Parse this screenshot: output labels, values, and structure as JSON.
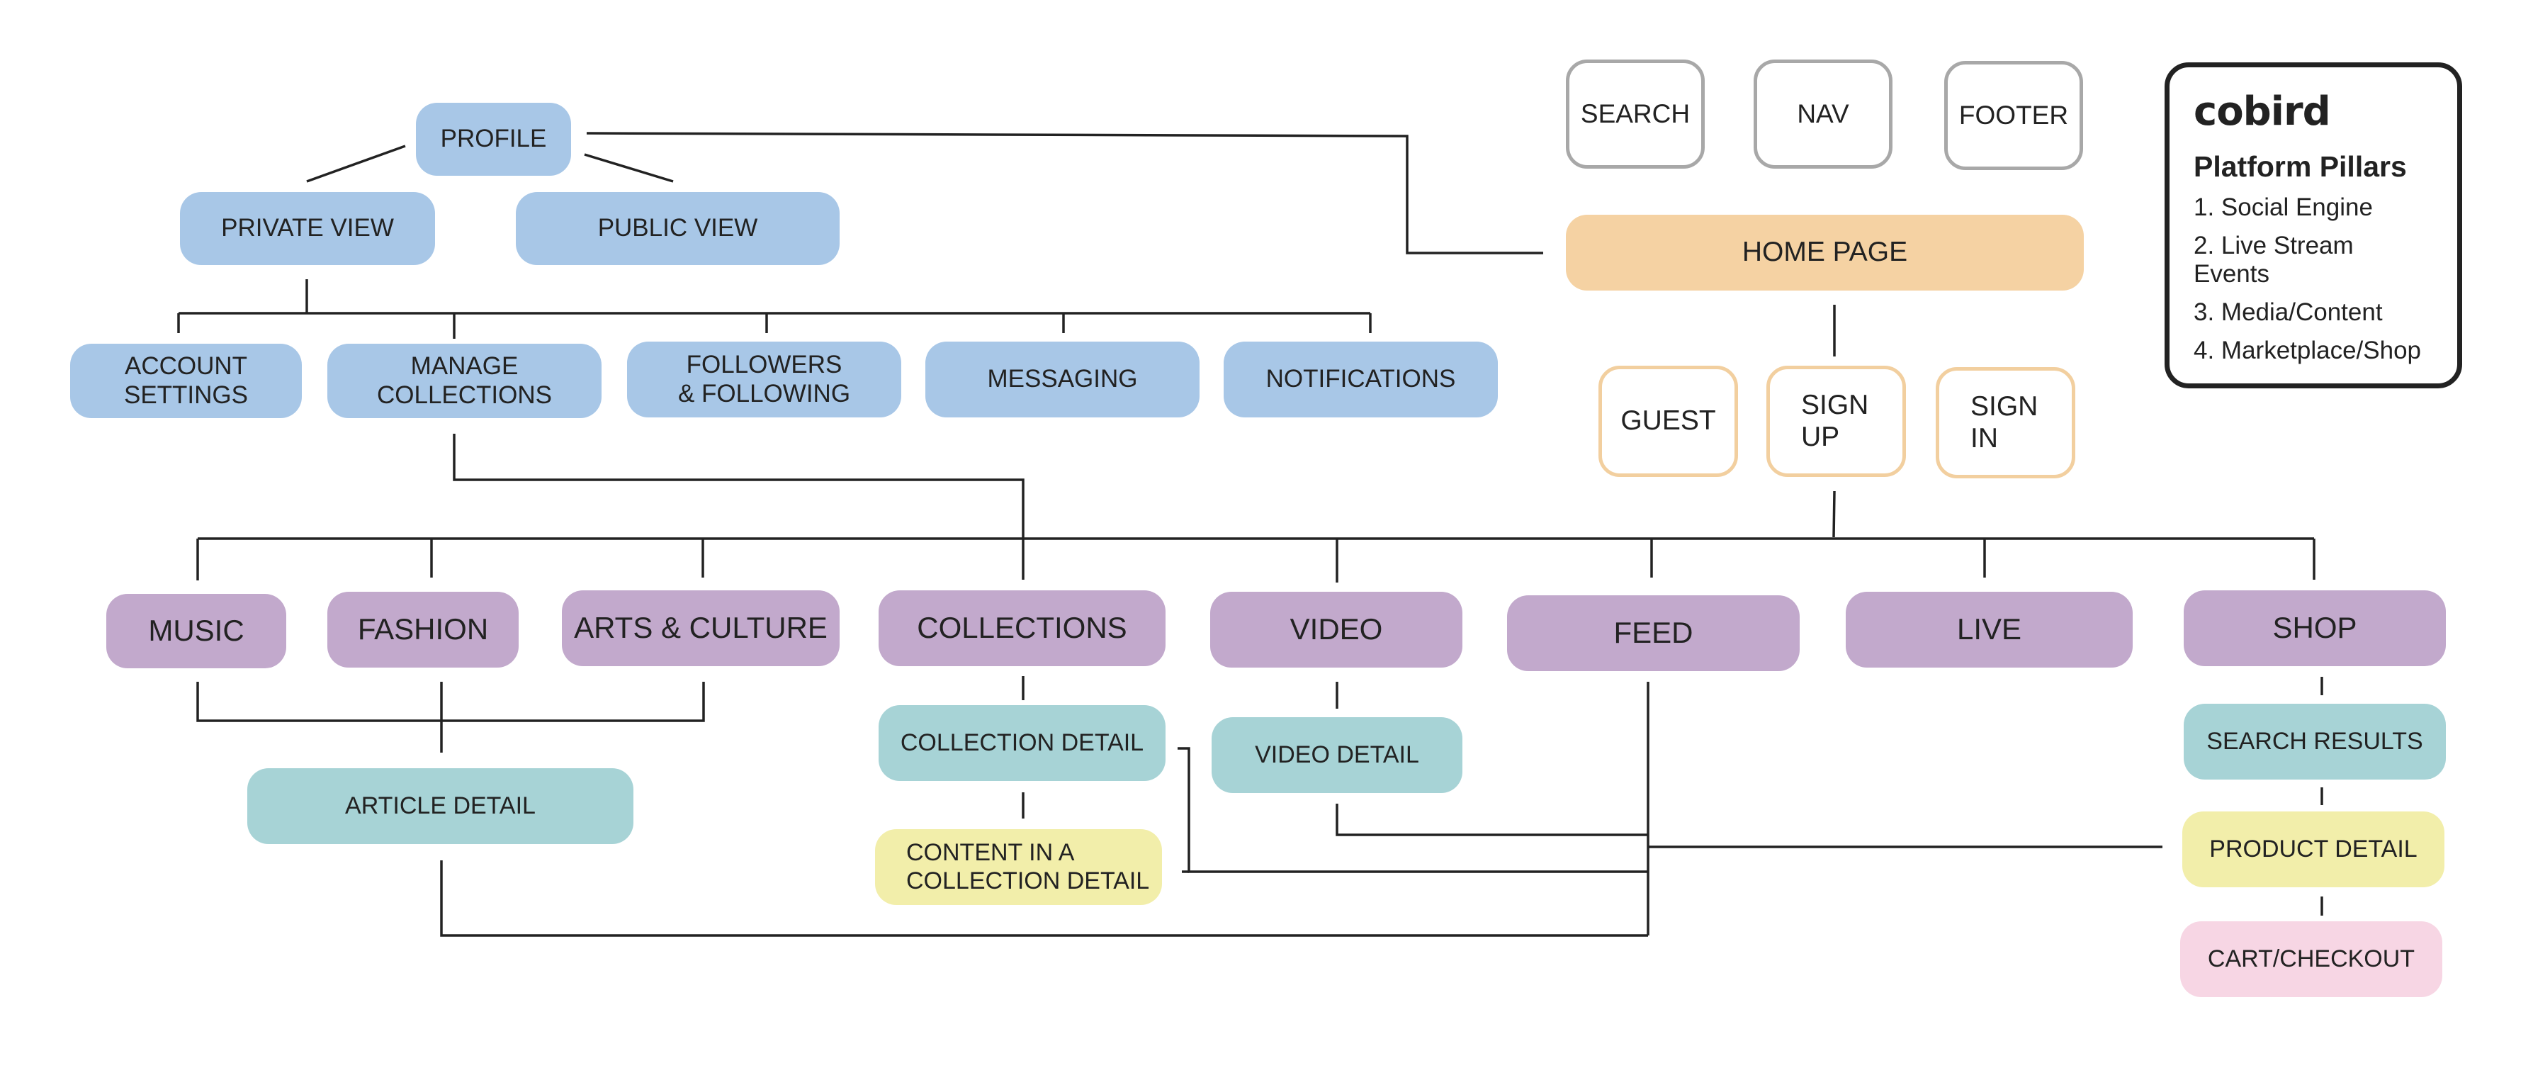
{
  "diagram": {
    "nodes": {
      "profile": "PROFILE",
      "private_view": "PRIVATE VIEW",
      "public_view": "PUBLIC VIEW",
      "account_settings": "ACCOUNT\nSETTINGS",
      "manage_collections": "MANAGE\nCOLLECTIONS",
      "followers": "FOLLOWERS\n& FOLLOWING",
      "messaging": "MESSAGING",
      "notifications": "NOTIFICATIONS",
      "search": "SEARCH",
      "nav": "NAV",
      "footer": "FOOTER",
      "home_page": "HOME PAGE",
      "guest": "GUEST",
      "sign_up": "SIGN\nUP",
      "sign_in": "SIGN\nIN",
      "music": "MUSIC",
      "fashion": "FASHION",
      "arts_culture": "ARTS & CULTURE",
      "collections": "COLLECTIONS",
      "video": "VIDEO",
      "feed": "FEED",
      "live": "LIVE",
      "shop": "SHOP",
      "article_detail": "ARTICLE DETAIL",
      "collection_detail": "COLLECTION DETAIL",
      "content_collection_detail": "CONTENT IN A\nCOLLECTION DETAIL",
      "video_detail": "VIDEO DETAIL",
      "search_results": "SEARCH RESULTS",
      "product_detail": "PRODUCT DETAIL",
      "cart_checkout": "CART/CHECKOUT"
    },
    "colors": {
      "profile_group": "#a8c7e7",
      "category": "#c2a9cc",
      "detail": "#a7d3d6",
      "content": "#f2eeaa",
      "checkout": "#f7d6e4",
      "home": "#f5d2a3",
      "global_outline": "#a8a8a8",
      "auth_outline": "#f2cf9f",
      "line": "#222222"
    }
  },
  "legend": {
    "brand": "cobird",
    "title": "Platform Pillars",
    "items": [
      "1. Social Engine",
      "2. Live Stream Events",
      "3. Media/Content",
      "4. Marketplace/Shop"
    ]
  }
}
